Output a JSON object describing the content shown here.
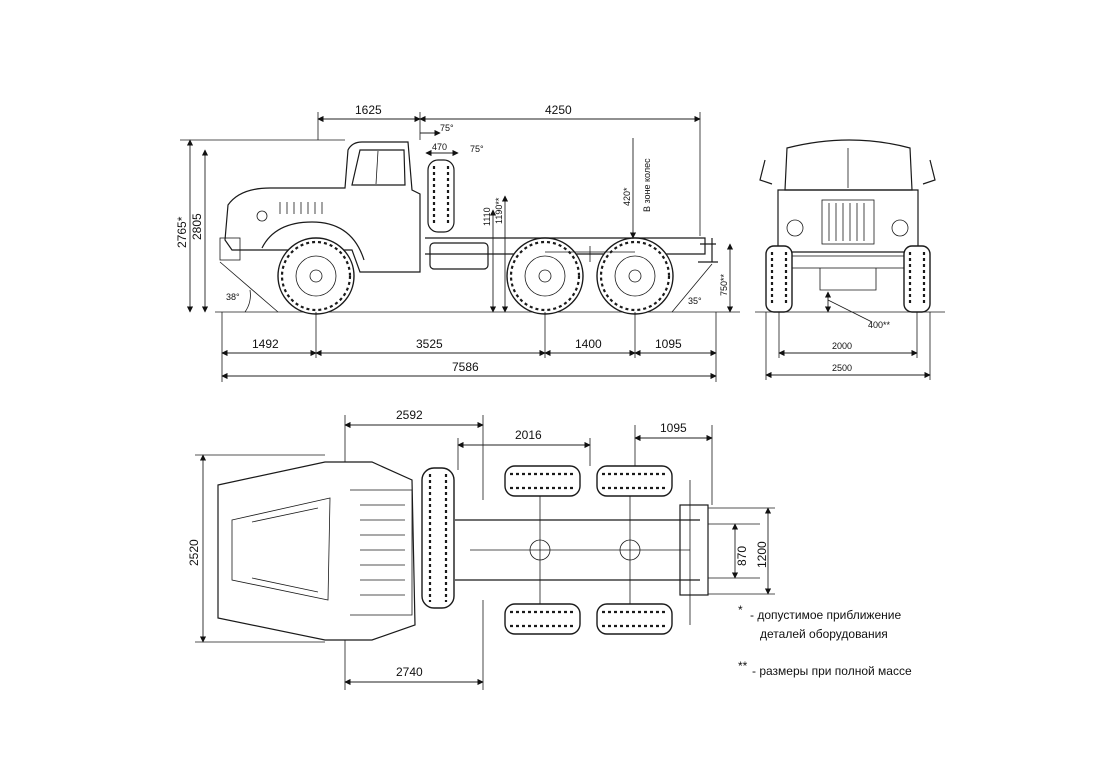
{
  "side_view": {
    "dims_top": [
      "1625",
      "4250"
    ],
    "dims_cab": [
      "75°",
      "470",
      "75°"
    ],
    "dims_vertical_left": [
      "2765*",
      "2805"
    ],
    "dims_vertical_mid": [
      "1110",
      "1190**"
    ],
    "dim_frame_note": [
      "420*",
      "В зоне колес"
    ],
    "angle_front": "38°",
    "angle_rear": "35°",
    "height_rear": "750**",
    "dims_bottom": [
      "1492",
      "3525",
      "1400",
      "1095"
    ],
    "overall_length": "7586"
  },
  "front_view": {
    "ground_clearance": "400**",
    "track_width": "2000",
    "overall_width": "2500"
  },
  "top_view": {
    "dims_top": [
      "2592",
      "2016",
      "1095"
    ],
    "width_left": "2520",
    "dims_right": [
      "870",
      "1200"
    ],
    "dim_bottom": "2740"
  },
  "notes": [
    {
      "mark": "*",
      "text": "- допустимое приближение",
      "text2": "деталей оборудования"
    },
    {
      "mark": "**",
      "text": "- размеры при полной массе"
    }
  ]
}
